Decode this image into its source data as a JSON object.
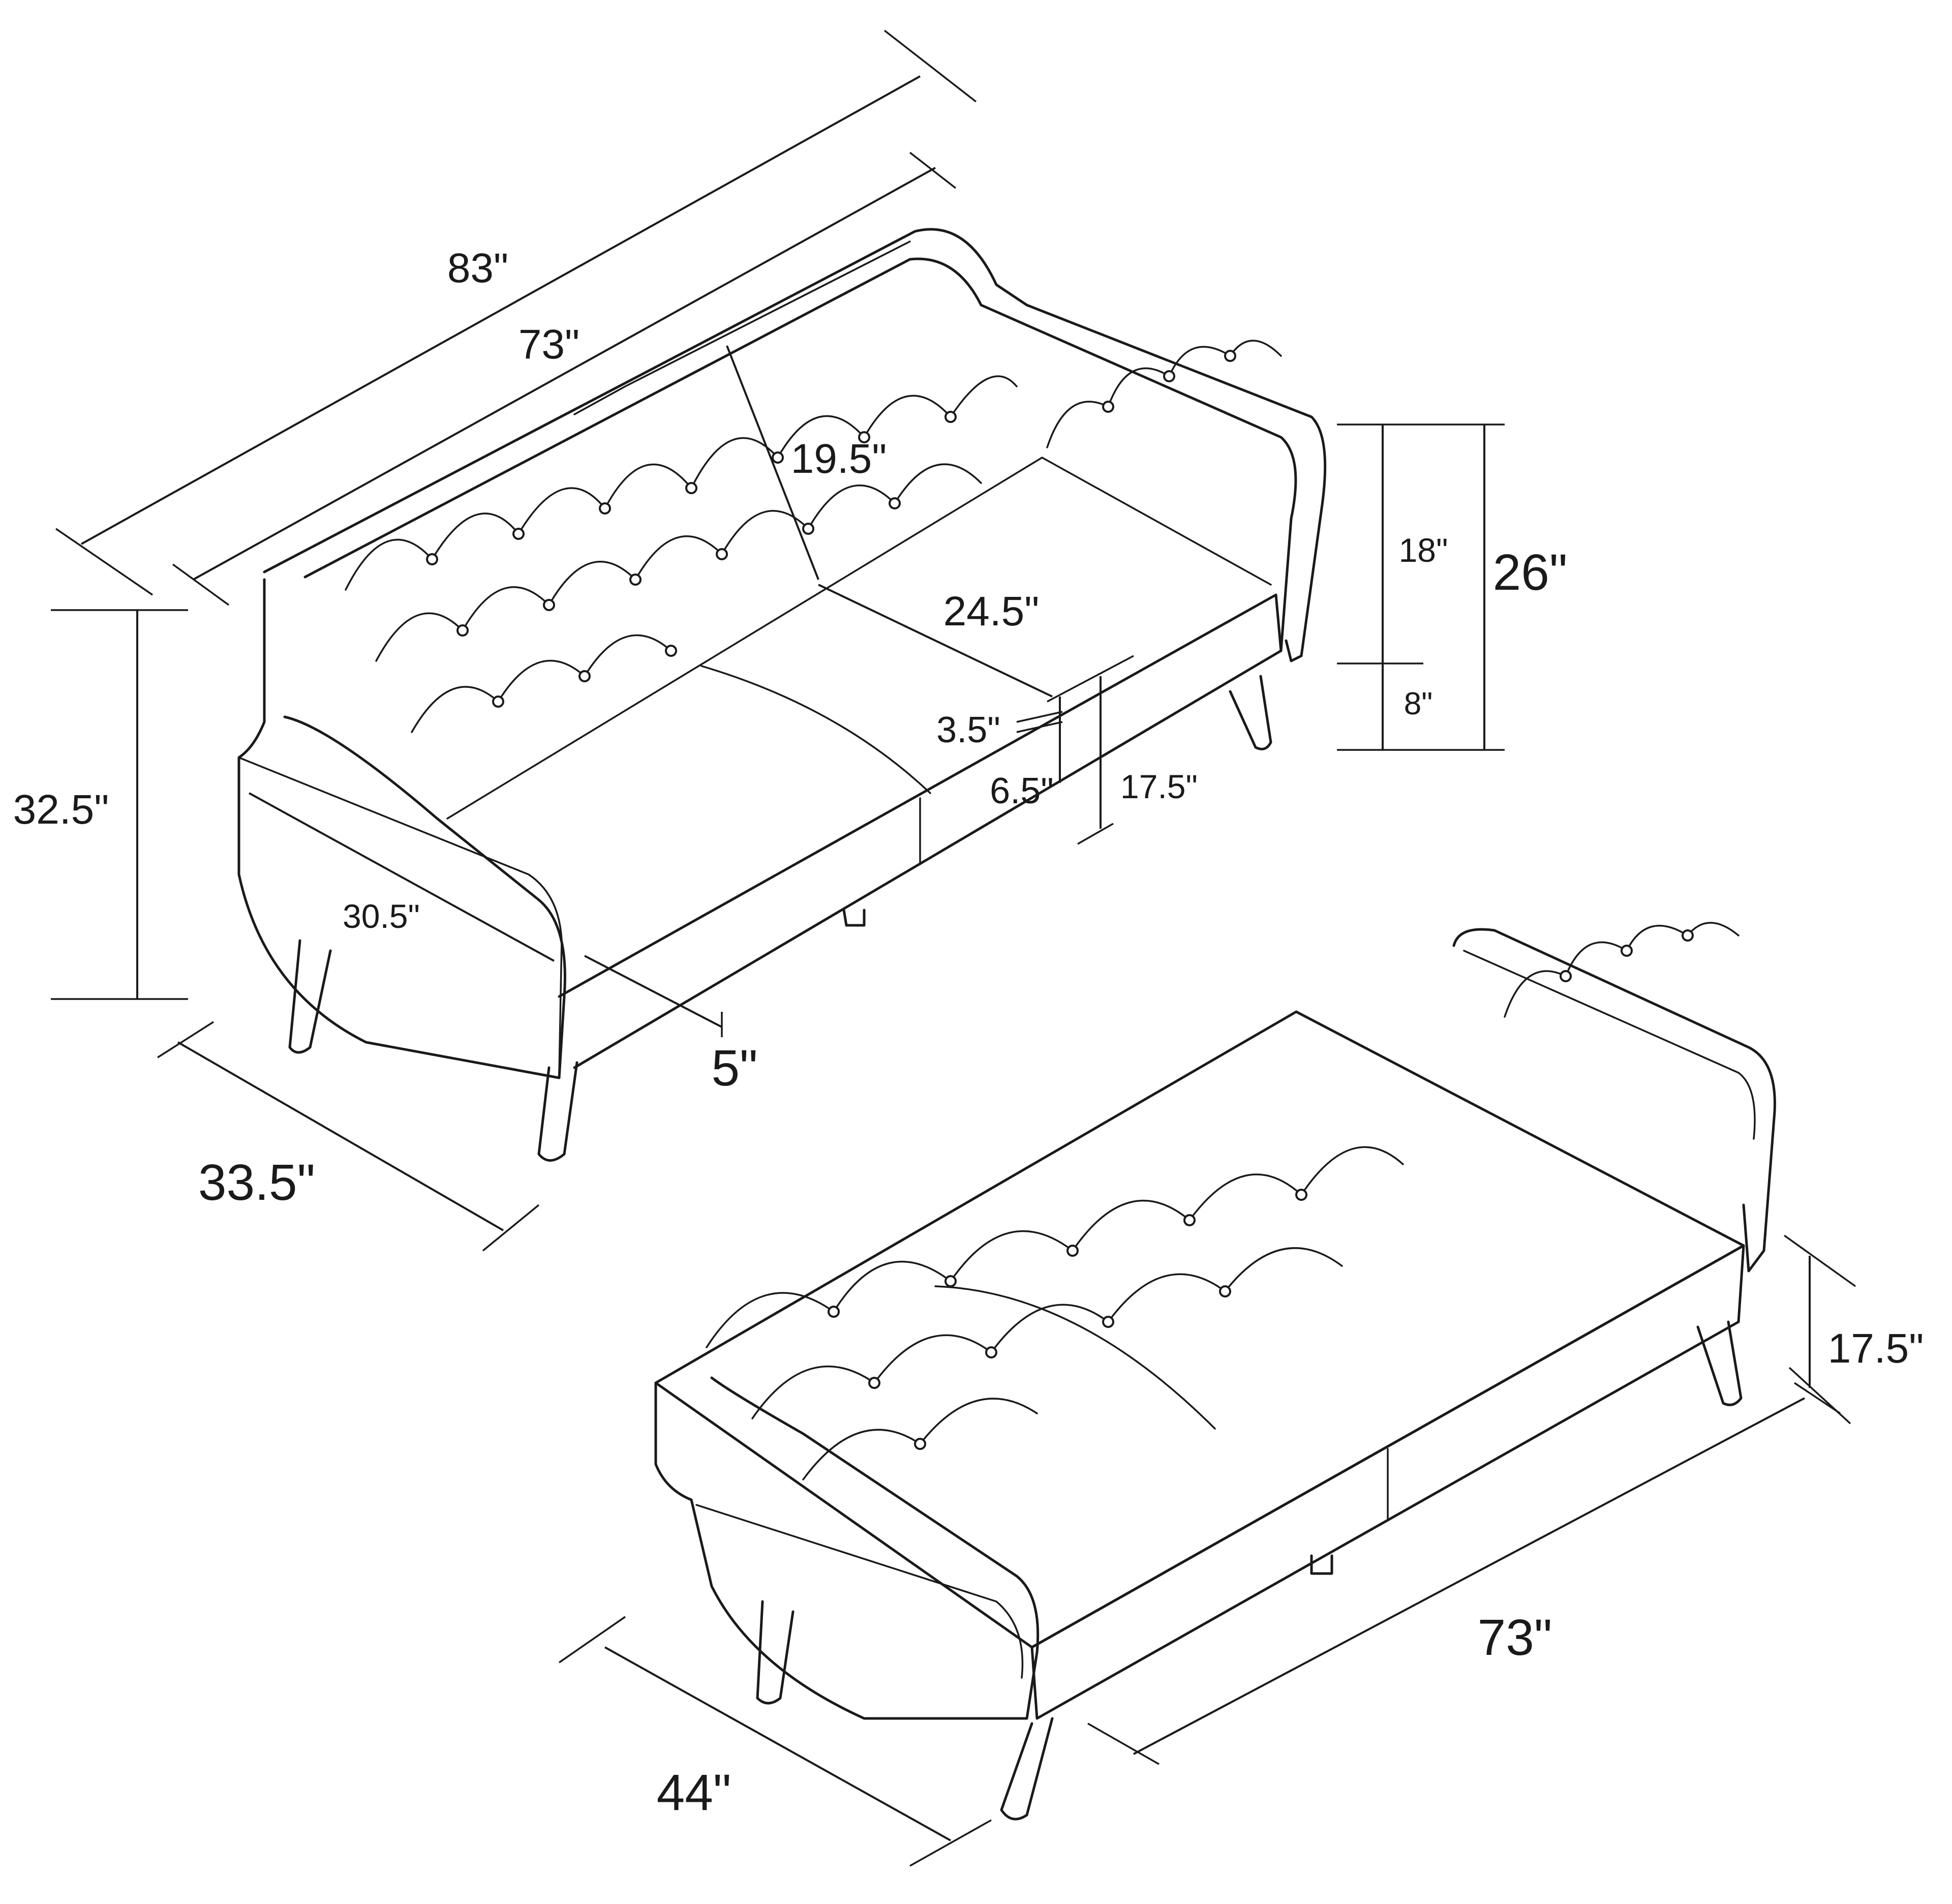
{
  "colors": {
    "line": "#1a1a1a",
    "background": "#ffffff"
  },
  "upright_sofa": {
    "overall_width": "83\"",
    "seat_width": "73\"",
    "back_height_diag": "19.5\"",
    "seat_depth": "24.5\"",
    "seat_cushion": "3.5\"",
    "seat_base": "6.5\"",
    "seat_height": "17.5\"",
    "overall_height": "32.5\"",
    "arm_depth": "30.5\"",
    "leg_clearance": "5\"",
    "overall_depth": "33.5\""
  },
  "arm_profile": {
    "total_height": "26\"",
    "upper_height": "18\"",
    "leg_height": "8\""
  },
  "bed_mode": {
    "length": "73\"",
    "depth": "44\"",
    "height": "17.5\""
  }
}
